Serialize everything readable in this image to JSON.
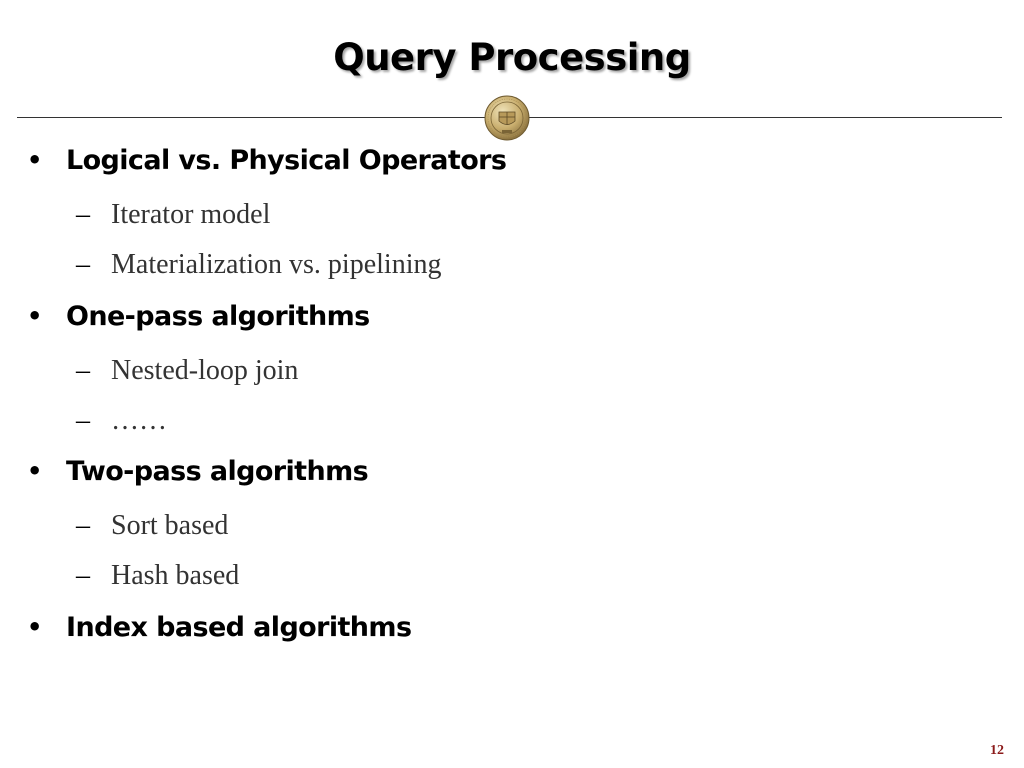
{
  "slide": {
    "title": "Query Processing",
    "page_number": "12",
    "accent_color": "#8b1a1a",
    "seal_icon": "university-seal-icon",
    "items": [
      {
        "label": "Logical vs. Physical Operators",
        "subitems": [
          "Iterator model",
          "Materialization vs. pipelining"
        ]
      },
      {
        "label": "One-pass algorithms",
        "subitems": [
          "Nested-loop join",
          "……"
        ]
      },
      {
        "label": "Two-pass algorithms",
        "subitems": [
          "Sort based",
          "Hash based"
        ]
      },
      {
        "label": "Index based algorithms",
        "subitems": []
      }
    ]
  }
}
